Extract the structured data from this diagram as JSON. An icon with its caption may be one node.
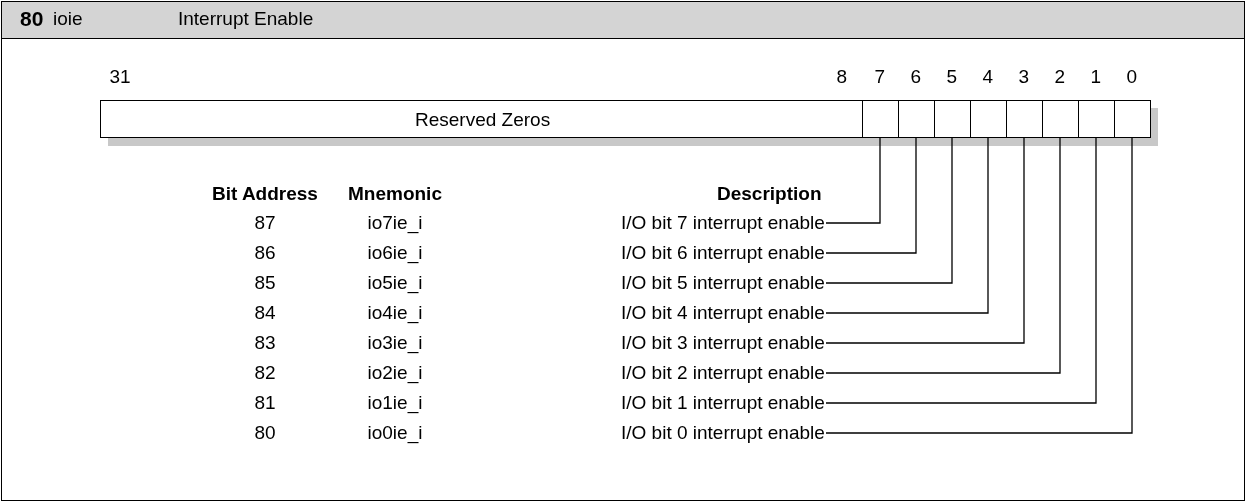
{
  "diagram": {
    "title": "Interrupt Enable",
    "nodes": [
      {
        "text": [
          "Reserved Zeros"
        ]
      },
      {
        "text": [],
        "shape": "box"
      },
      {
        "text": [],
        "shape": "box"
      },
      {
        "text": [],
        "shape": "box"
      },
      {
        "text": [],
        "shape": "box"
      },
      {
        "text": [],
        "shape": "box"
      },
      {
        "text": [],
        "shape": "box"
      },
      {
        "text": [],
        "shape": "box"
      },
      {
        "text": [],
        "shape": "box"
      },
      {
        "text": [
          "I/O bit 7 interrupt enable"
        ]
      },
      {
        "text": [
          "I/O bit 6 interrupt enable"
        ]
      },
      {
        "text": [
          "I/O bit 5 interrupt enable"
        ]
      },
      {
        "text": [
          "I/O bit 4 interrupt enable"
        ]
      },
      {
        "text": [
          "I/O bit 3 interrupt enable"
        ]
      },
      {
        "text": [
          "I/O bit 2 interrupt enable"
        ]
      },
      {
        "text": [
          "I/O bit 1 interrupt enable"
        ]
      },
      {
        "text": [
          "I/O bit 0 interrupt enable"
        ]
      }
    ],
    "edges": [
      {
        "from": 9,
        "to": 1,
        "arrow": "none"
      },
      {
        "from": 10,
        "to": 2,
        "arrow": "none"
      },
      {
        "from": 11,
        "to": 3,
        "arrow": "none"
      },
      {
        "from": 12,
        "to": 4,
        "arrow": "none"
      },
      {
        "from": 13,
        "to": 5,
        "arrow": "none"
      },
      {
        "from": 14,
        "to": 6,
        "arrow": "none"
      },
      {
        "from": 15,
        "to": 7,
        "arrow": "none"
      },
      {
        "from": 16,
        "to": 8,
        "arrow": "none"
      }
    ],
    "labels": [
      "80",
      "ioie",
      "31",
      "8",
      "7",
      "6",
      "5",
      "4",
      "3",
      "2",
      "1",
      "0",
      "Bit Address",
      "Mnemonic",
      "Description",
      "87",
      "io7ie_i",
      "86",
      "io6ie_i",
      "85",
      "io5ie_i",
      "84",
      "io4ie_i",
      "83",
      "io3ie_i",
      "82",
      "io2ie_i",
      "81",
      "io1ie_i",
      "80",
      "io0ie_i"
    ]
  }
}
